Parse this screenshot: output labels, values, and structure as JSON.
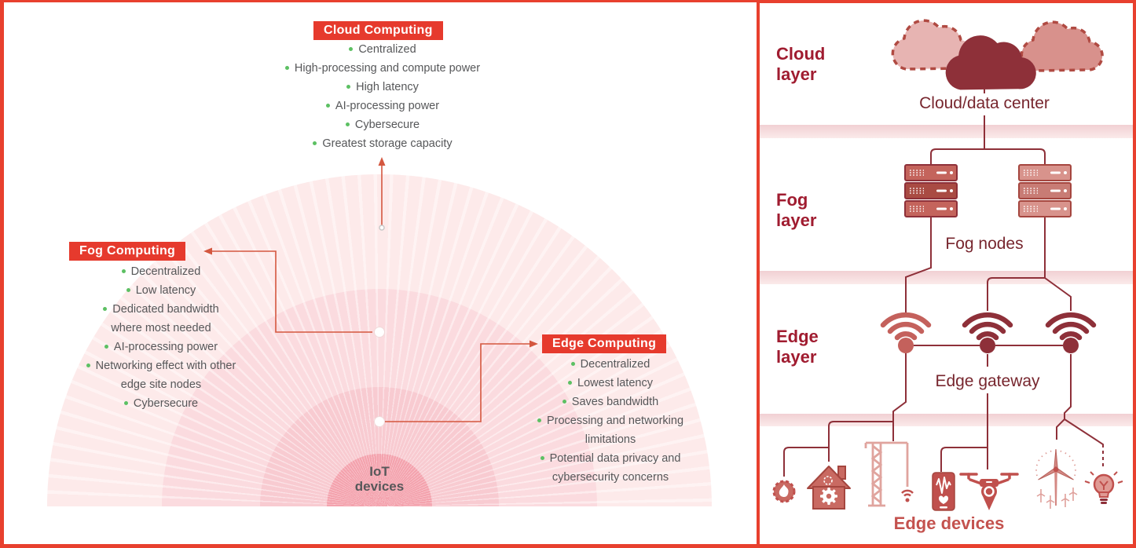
{
  "left_diagram": {
    "cloud": {
      "title": "Cloud Computing",
      "items": [
        "Centralized",
        "High-processing and compute power",
        "High latency",
        "AI-processing power",
        "Cybersecure",
        "Greatest storage capacity"
      ]
    },
    "fog": {
      "title": "Fog Computing",
      "items": [
        "Decentralized",
        "Low latency",
        "Dedicated bandwidth\nwhere most needed",
        "AI-processing power",
        "Networking effect with other\nedge site nodes",
        "Cybersecure"
      ]
    },
    "edge": {
      "title": "Edge Computing",
      "items": [
        "Decentralized",
        "Lowest latency",
        "Saves bandwidth",
        "Processing and networking\nlimitations",
        "Potential data privacy and\ncybersecurity concerns"
      ]
    },
    "center_label": "IoT\ndevices"
  },
  "right_panel": {
    "cloud_layer": {
      "label": "Cloud layer",
      "caption": "Cloud/data center"
    },
    "fog_layer": {
      "label": "Fog layer",
      "caption": "Fog nodes"
    },
    "edge_layer": {
      "label": "Edge layer",
      "caption": "Edge gateway"
    },
    "devices_caption": "Edge devices",
    "device_icons": [
      "smart-thermostat-icon",
      "smart-home-icon",
      "construction-crane-icon",
      "health-monitor-phone-icon",
      "drone-icon",
      "wind-turbine-icon",
      "smart-bulb-icon"
    ]
  },
  "colors": {
    "accent_red": "#e63a2d",
    "panel_border_red": "#e8402e",
    "maroon": "#8e3039",
    "crimson_label": "#a01c30",
    "caption_maroon": "#77262e",
    "devices_label_red": "#c4524e",
    "connector_salmon": "#d4573f",
    "bullet_green": "#5cc063",
    "body_text_gray": "#565759"
  }
}
